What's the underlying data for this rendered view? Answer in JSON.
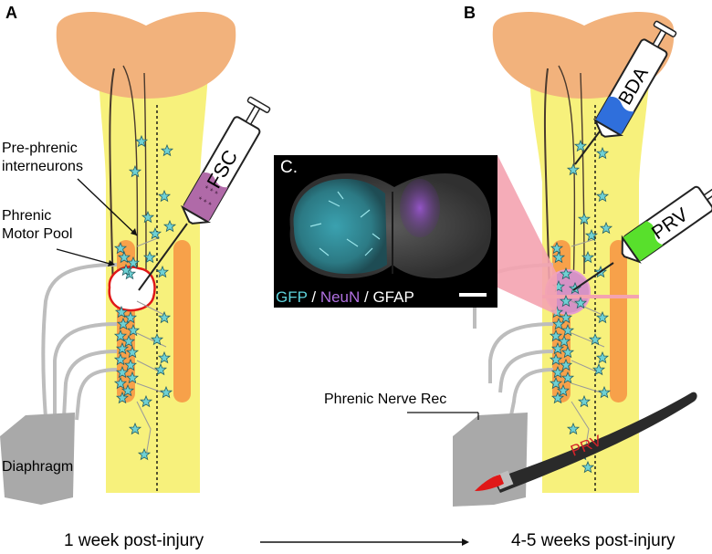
{
  "panel_a": {
    "letter": "A",
    "label_prephrenic_line1": "Pre-phrenic",
    "label_prephrenic_line2": "interneurons",
    "label_motorpool_line1": "Phrenic",
    "label_motorpool_line2": "Motor Pool",
    "label_diaphragm": "Diaphragm",
    "syringe_text": "FSC",
    "timepoint": "1 week post-injury"
  },
  "panel_b": {
    "letter": "B",
    "syringe_bda_text": "BDA",
    "syringe_prv_text": "PRV",
    "label_nerve_rec": "Phrenic Nerve Rec",
    "brush_text": "PRV",
    "timepoint": "4-5 weeks post-injury"
  },
  "panel_c": {
    "letter": "C.",
    "stain_gfp": "GFP",
    "stain_sep1": " / ",
    "stain_neun": "NeuN",
    "stain_sep2": " / ",
    "stain_gfap": "GFAP"
  },
  "colors": {
    "cord_yellow": "#f7f17c",
    "brain_tan": "#f2b27c",
    "motor_orange": "#f7a14a",
    "star_cyan": "#6fd1d4",
    "gfp": "#5fd3dc",
    "neun": "#b070e0",
    "fsc_purple": "#b06aa8",
    "bda_blue": "#2f6fdc",
    "prv_green": "#58e02c",
    "lesion_red": "#e01818",
    "highlight_pink": "#f4a3b0",
    "diaphragm_gray": "#a9a9a9"
  }
}
